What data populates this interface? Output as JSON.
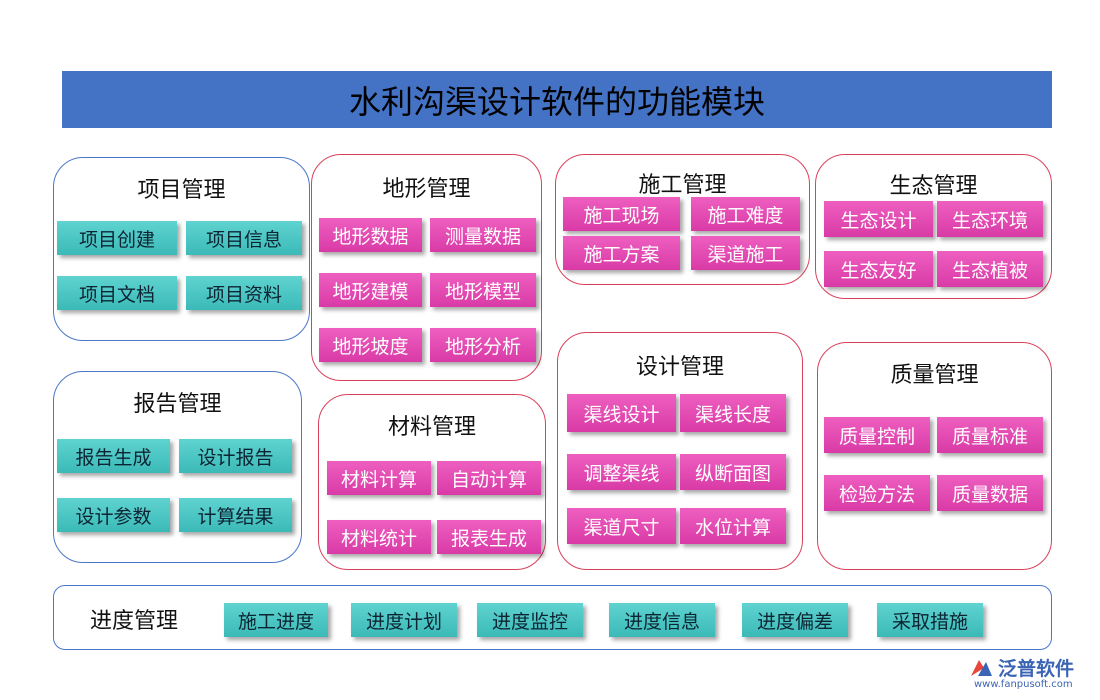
{
  "title": "水利沟渠设计软件的功能模块",
  "groups": {
    "project": {
      "title": "项目管理",
      "items": [
        "项目创建",
        "项目信息",
        "项目文档",
        "项目资料"
      ]
    },
    "terrain": {
      "title": "地形管理",
      "items": [
        "地形数据",
        "测量数据",
        "地形建模",
        "地形模型",
        "地形坡度",
        "地形分析"
      ]
    },
    "construction": {
      "title": "施工管理",
      "items": [
        "施工现场",
        "施工难度",
        "施工方案",
        "渠道施工"
      ]
    },
    "ecology": {
      "title": "生态管理",
      "items": [
        "生态设计",
        "生态环境",
        "生态友好",
        "生态植被"
      ]
    },
    "report": {
      "title": "报告管理",
      "items": [
        "报告生成",
        "设计报告",
        "设计参数",
        "计算结果"
      ]
    },
    "material": {
      "title": "材料管理",
      "items": [
        "材料计算",
        "自动计算",
        "材料统计",
        "报表生成"
      ]
    },
    "design": {
      "title": "设计管理",
      "items": [
        "渠线设计",
        "渠线长度",
        "调整渠线",
        "纵断面图",
        "渠道尺寸",
        "水位计算"
      ]
    },
    "quality": {
      "title": "质量管理",
      "items": [
        "质量控制",
        "质量标准",
        "检验方法",
        "质量数据"
      ]
    },
    "progress": {
      "title": "进度管理",
      "items": [
        "施工进度",
        "进度计划",
        "进度监控",
        "进度信息",
        "进度偏差",
        "采取措施"
      ]
    }
  },
  "logo": {
    "name": "泛普软件",
    "url": "www.fanpusoft.com"
  },
  "colors": {
    "title_bar": "#4472c4",
    "teal_chip": "#3bbab8",
    "pink_chip": "#d93aa6",
    "blue_border": "#4a78c8",
    "red_border": "#d9415d"
  }
}
